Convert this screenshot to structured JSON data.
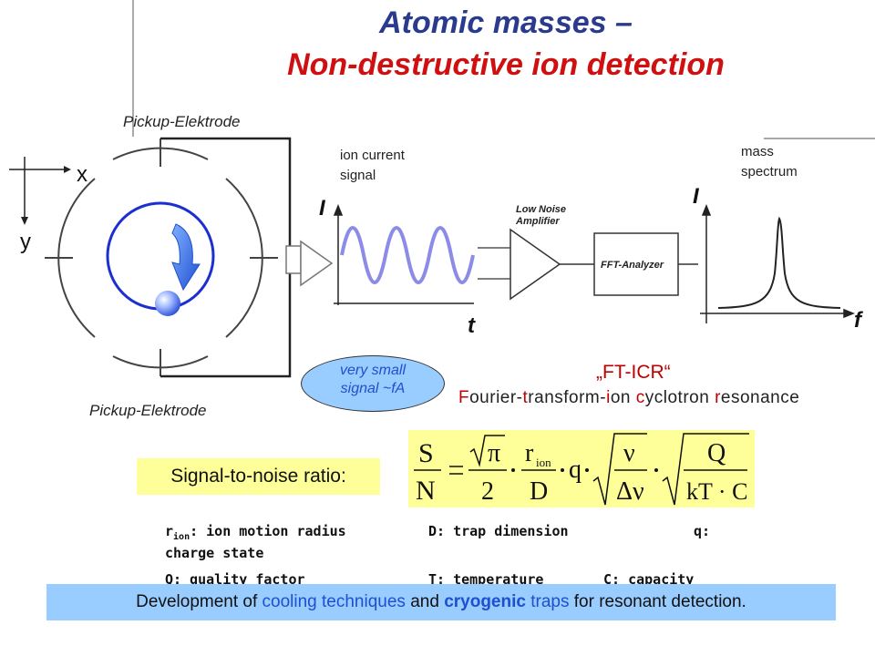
{
  "title": {
    "line1": "Atomic masses –",
    "line2": "Non-destructive ion detection"
  },
  "diagram": {
    "pickup_top": "Pickup-Elektrode",
    "pickup_bottom": "Pickup-Elektrode",
    "axis_x": "x",
    "axis_y": "y",
    "ion_current_line1": "ion current",
    "ion_current_line2": "signal",
    "signal_axis_i": "I",
    "signal_axis_t": "t",
    "amp_line1": "Low Noise",
    "amp_line2": "Amplifier",
    "fft": "FFT-Analyzer",
    "mass_line1": "mass",
    "mass_line2": "spectrum",
    "spectrum_axis_i": "I",
    "spectrum_axis_f": "f",
    "very_small_line1": "very small",
    "very_small_line2": "signal ~fA",
    "ftcir_label": "„FT-ICR“",
    "ftcir_expansion": {
      "p1": "F",
      "p2": "ourier-",
      "p3": "t",
      "p4": "ransform-",
      "p5": "i",
      "p6": "on ",
      "p7": "c",
      "p8": "yclotron ",
      "p9": "r",
      "p10": "esonance"
    }
  },
  "snr": {
    "label": "Signal-to-noise ratio:",
    "lhs_num": "S",
    "lhs_den": "N",
    "sqrt_pi": "π",
    "two": "2",
    "r": "r",
    "ion": "ion",
    "D": "D",
    "q": "q",
    "nu": "ν",
    "dnu": "Δν",
    "Q": "Q",
    "kTC": "kT · C"
  },
  "variables": {
    "line1_r": "r",
    "line1_ion": "ion",
    "line1_rest": ": ion motion radius",
    "line1_D": "D: trap dimension",
    "line1_q": "q:",
    "line2": "charge state",
    "line3_Q": "Q: quality factor",
    "line3_T": "T: temperature",
    "line3_C": "C: capacity"
  },
  "bottom": {
    "p1": "Development of ",
    "p2": "cooling techniques",
    "p3": " and ",
    "p4": "cryogenic",
    "p5": " traps",
    "p6": " for resonant detection."
  }
}
